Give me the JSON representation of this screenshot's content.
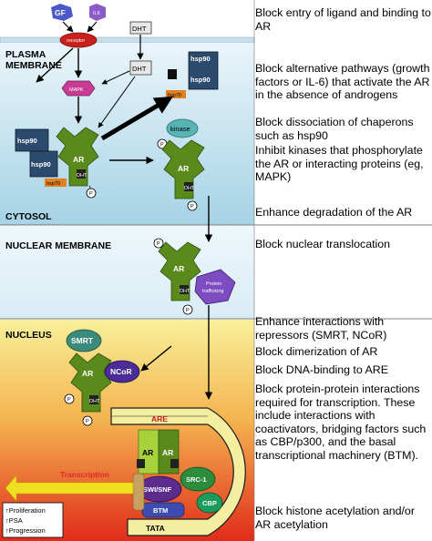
{
  "regions": {
    "plasma_line1": "PLASMA",
    "plasma_line2": "MEMBRANE",
    "cytosol": "CYTOSOL",
    "nuclear_membrane": "NUCLEAR MEMBRANE",
    "nucleus": "NUCLEUS"
  },
  "molecules": {
    "gf": "GF",
    "il6": "IL6",
    "receptor": "receptor",
    "dht": "DHT",
    "hsp90": "hsp90",
    "hsp70": "hsp70",
    "mapk": "MAPK",
    "ar": "AR",
    "kinase": "kinase",
    "p": "P",
    "dht_small": "DHT",
    "protein_trafficking_line1": "Protein",
    "protein_trafficking_line2": "trafficking",
    "smrt": "SMRT",
    "ncor": "NCoR",
    "are": "ARE",
    "src1": "SRC-1",
    "swi_snf": "SWI/SNF",
    "cbp": "CBP",
    "btm": "BTM",
    "tata": "TATA",
    "transcription": "Transcription"
  },
  "outcomes": [
    "↑Proliferation",
    "↑PSA",
    "↑Progression"
  ],
  "strategies": [
    "Block entry of ligand and binding to AR",
    "Block alternative pathways (growth factors or IL-6) that activate the AR in the absence of androgens",
    "Block dissociation of chaperons such as hsp90",
    "Inhibit kinases that phosphorylate the AR or interacting proteins (eg, MAPK)",
    "Enhance degradation of the AR",
    "Block nuclear translocation",
    "Enhance interactions with repressors (SMRT, NCoR)",
    "Block dimerization of AR",
    "Block DNA-binding to ARE",
    "Block protein-protein interactions required for transcription. These include interactions with coactivators, bridging factors such as CBP/p300, and the basal transcriptional machinery (BTM).",
    "Block histone acetylation and/or AR acetylation"
  ],
  "colors": {
    "plasma_bg": "#ffffff",
    "cytosol_top": "#e4f2f8",
    "cytosol_bottom": "#a8d4e6",
    "nuclear_top": "#eef6fa",
    "nucleus_top": "#f6ee8e",
    "nucleus_bottom": "#e0301c",
    "ar_green": "#5a8a1c",
    "ar_light": "#a8d23c",
    "receptor": "#c8201c",
    "mapk": "#c83c96",
    "hsp90": "#2c4a6c",
    "hsp70": "#e08020",
    "kinase": "#58b4b4",
    "smrt": "#3c8c7c",
    "ncor": "#4c2c98",
    "protein_trafficking": "#7c4cc0",
    "src1": "#2c8c3c",
    "cbp": "#1c9c5c",
    "swi_snf": "#5c2c8c",
    "btm": "#3c4cb0",
    "transcription_arrow": "#f0e020",
    "transcription_text": "#e02828",
    "dna_ring": "#f4eea0"
  }
}
